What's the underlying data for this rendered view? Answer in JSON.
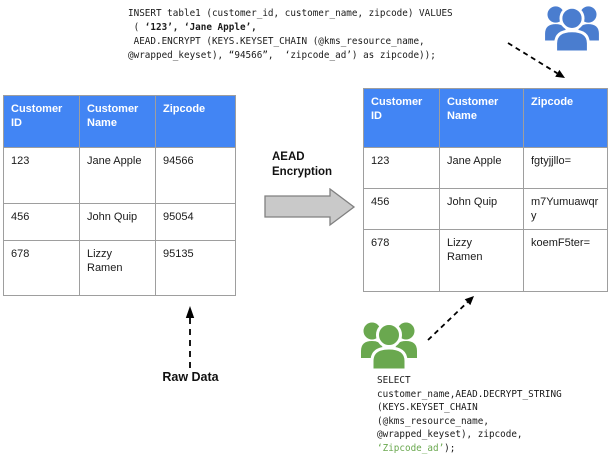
{
  "colors": {
    "header_blue": "#4285f4",
    "icon_blue": "#4a7dcf",
    "icon_green": "#6aa84f",
    "code_green": "#6aa84f",
    "block_arrow_fill": "#c9c9c9",
    "block_arrow_stroke": "#808080",
    "table_border": "#9e9e9e",
    "dashed_arrow": "#000000"
  },
  "insert_sql": {
    "line1": "INSERT table1 (customer_id, customer_name, zipcode) VALUES",
    "line2_pre": " ( ",
    "line2_bold": "‘123’, ‘Jane Apple’,",
    "line3": " AEAD.ENCRYPT (KEYS.KEYSET_CHAIN (@kms_resource_name,",
    "line4": "@wrapped_keyset), “94566”,  ‘zipcode_ad’) as zipcode));"
  },
  "left_table": {
    "headers": [
      "Customer ID",
      "Customer Name",
      "Zipcode"
    ],
    "rows": [
      [
        "123",
        "Jane Apple",
        "94566"
      ],
      [
        "456",
        "John Quip",
        "95054"
      ],
      [
        "678",
        "Lizzy Ramen",
        "95135"
      ]
    ]
  },
  "right_table": {
    "headers": [
      "Customer ID",
      "Customer Name",
      "Zipcode"
    ],
    "rows": [
      [
        "123",
        "Jane Apple",
        "fgtyjjllo="
      ],
      [
        "456",
        "John Quip",
        "m7Yumuawqry"
      ],
      [
        "678",
        "Lizzy Ramen",
        "koemF5ter="
      ]
    ]
  },
  "labels": {
    "encryption_line1": "AEAD",
    "encryption_line2": "Encryption",
    "raw_data": "Raw Data"
  },
  "select_sql": {
    "line1": "SELECT",
    "line2": "customer_name,AEAD.DECRYPT_STRING",
    "line3": "(KEYS.KEYSET_CHAIN",
    "line4": "(@kms_resource_name,",
    "line5": "@wrapped_keyset), zipcode,",
    "line6_green": "‘Zipcode_ad’",
    "line6_end": ");"
  },
  "icons": {
    "blue_users": "users-group-icon",
    "green_users": "users-group-icon"
  }
}
